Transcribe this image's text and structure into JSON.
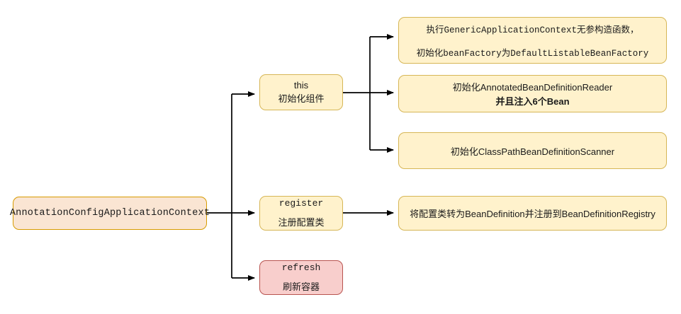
{
  "diagram": {
    "title": "AnnotationConfigApplicationContext flow",
    "colors": {
      "yellow_fill": "#fff2cc",
      "yellow_stroke": "#d6b656",
      "orange_fill": "#fae5d3",
      "orange_stroke": "#d79b00",
      "pink_fill": "#f8cecc",
      "pink_stroke": "#b85450",
      "edge": "#000000",
      "background": "#ffffff"
    },
    "root": {
      "label": "AnnotationConfigApplicationContext"
    },
    "middle": [
      {
        "id": "this",
        "line1": "this",
        "line2": "初始化组件"
      },
      {
        "id": "register",
        "line1": "register",
        "line2": "注册配置类"
      },
      {
        "id": "refresh",
        "line1": "refresh",
        "line2": "刷新容器"
      }
    ],
    "right": [
      {
        "id": "generic-context",
        "line1": "执行GenericApplicationContext无参构造函数，",
        "line2": "初始化beanFactory为DefaultListableBeanFactory"
      },
      {
        "id": "annotated-reader",
        "line1": "初始化AnnotatedBeanDefinitionReader",
        "line2": "并且注入6个Bean"
      },
      {
        "id": "classpath-scanner",
        "line1": "初始化ClassPathBeanDefinitionScanner",
        "line2": ""
      },
      {
        "id": "bean-definition-registry",
        "line1": "将配置类转为BeanDefinition并注册到BeanDefinitionRegistry",
        "line2": ""
      }
    ]
  }
}
